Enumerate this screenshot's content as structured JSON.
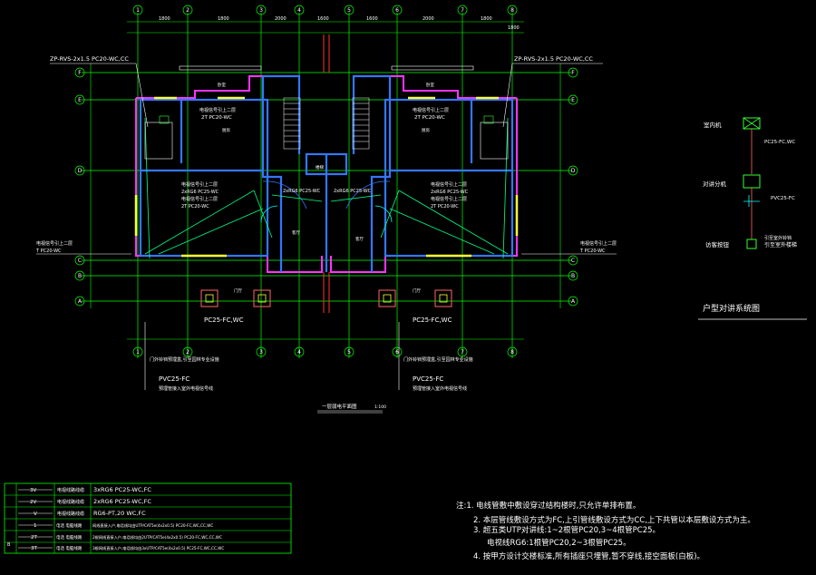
{
  "colors": {
    "grid": "#00ff00",
    "wall": "#3377ff",
    "outline": "#ff33ff",
    "window": "#ffff33",
    "wiring": "#00ff88",
    "dim": "#00ff00",
    "text": "#ffffff",
    "red": "#ff3333",
    "cyan": "#00ffff"
  },
  "axes": {
    "top": [
      "1",
      "2",
      "3",
      "4",
      "5",
      "6",
      "7",
      "8"
    ],
    "left": [
      "F",
      "E",
      "D",
      "C",
      "B",
      "A"
    ],
    "right": [
      "F",
      "E",
      "D",
      "C",
      "B",
      "A"
    ],
    "bottom": [
      "1",
      "2",
      "3",
      "4",
      "5",
      "6",
      "7",
      "8"
    ]
  },
  "dims": {
    "top": [
      "1800",
      "1800",
      "2000",
      "1600",
      "1600",
      "2000",
      "1800",
      "1800"
    ]
  },
  "plan": {
    "left_callout": "ZP-RVS-2x1.5  PC20-WC,CC",
    "right_callout": "ZP-RVS-2x1.5  PC20-WC,CC",
    "room_labels": [
      "卧室",
      "卧室",
      "客厅",
      "客厅",
      "门厅",
      "门厅",
      "厨房",
      "厨房",
      "楼梯"
    ],
    "tv_label_left": "电视信号引上二层",
    "tv_sub_left": "2T  PC20-WC",
    "tv_label_right": "电视信号引上二层",
    "tv_sub_right": "2T  PC20-WC",
    "mid_left_1": "电视信号引上二层",
    "mid_left_2": "2xRG6  PC25-WC",
    "mid_left_3": "电视信号引上二层",
    "mid_left_4": "2T  PC20-WC",
    "mid_right_1": "电视信号引上二层",
    "mid_right_2": "2xRG6  PC25-WC",
    "mid_right_3": "电视信号引上二层",
    "mid_right_4": "2T  PC20-WC",
    "center_left": "2xRG6  PC25-WC",
    "center_right": "2xRG6  PC25-WC",
    "side_left_1": "电视信号引上二层",
    "side_left_2": "T  PC20-WC",
    "side_right_1": "电视信号引上二层",
    "side_right_2": "T  PC20-WC",
    "pc_left": "PC25-FC,WC",
    "pc_right": "PC25-FC,WC",
    "note_left_1": "门外铃铛预埋盒,引至园林专业设施",
    "note_right_1": "门外铃铛预埋盒,引至园林专业设施",
    "pvc_left": "PVC25-FC",
    "pvc_right": "PVC25-FC",
    "note_left_2": "预埋管接入室外电视信号线",
    "note_right_2": "预埋管接入室外电视信号线",
    "plan_title": "一层弱电平面图",
    "plan_scale": "1:100"
  },
  "system": {
    "title": "户型对讲系统图",
    "item_1": "室内机",
    "line_1": "PC25-FC,WC",
    "item_2": "对讲分机",
    "line_2": "PVC25-FC",
    "item_3": "访客按钮",
    "item_3_note": "引至室外铃铛",
    "line_3": "引至室外楼梯"
  },
  "legend": {
    "rows": [
      {
        "sym": "3V",
        "name": "电视线路线缆",
        "spec": "3xRG6  PC25-WC,FC"
      },
      {
        "sym": "2V",
        "name": "电视线路线缆",
        "spec": "2xRG6  PC25-WC,FC"
      },
      {
        "sym": "V",
        "name": "电视线路线缆",
        "spec": "RG6-PT,20  WC,FC"
      },
      {
        "sym": "1",
        "name": "电话  电脑线路",
        "spec": "网线直接入户,电话线均由UTP/CAT5e(4x2x0.5)  PC20-FC,WC,CC,WC"
      },
      {
        "sym": "2T",
        "name": "电话  电脑线路",
        "spec": "2根网线直接入户,电话线均由2UTP/CAT5e(4x2x0.5)  PC20-FC,WC,CC,WC"
      },
      {
        "sym": "3T",
        "name": "电话  电脑线路",
        "spec": "3根网线直接入户,电话线均由3xUTP/CAT5e(4x2x0.5)  PC25-FC,WC,CC,WC"
      }
    ],
    "side_mark": "B"
  },
  "notes": {
    "n1": "注:1. 电线管敷中敷设穿过结构楼时,只允许单排布置。",
    "n2": "2. 本层管线敷设方式为FC,上引管线敷设方式为CC,上下共管以本层敷设方式为主。",
    "n3": "3. 超五类UTP对讲线:1~2根管PC20,3~4根管PC25。",
    "n4": "电视线RG6:1根管PC20,2~3根管PC25。",
    "n5": "4. 按甲方设计交楼标准,所有插座只埋管,暂不穿线,接空面板(白板)。"
  }
}
